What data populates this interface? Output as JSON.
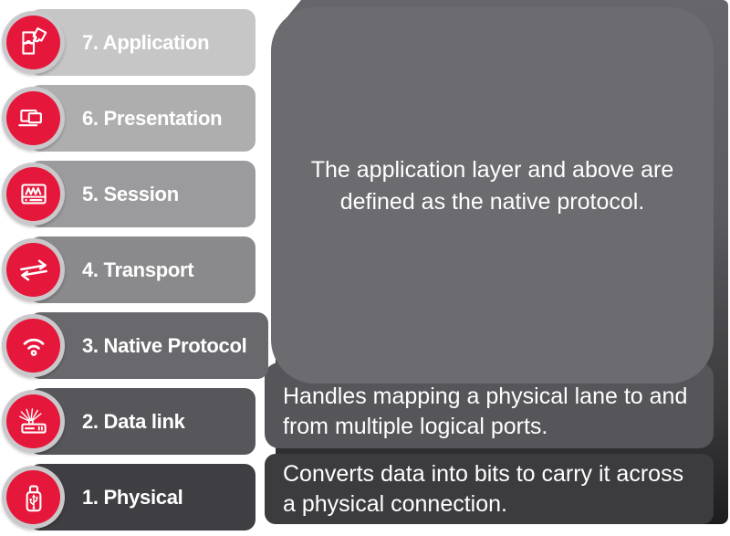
{
  "palette": {
    "accent_red": "#e5173a",
    "icon_ring_gray": "#c9c9cb",
    "text_white": "#ffffff"
  },
  "layers": [
    {
      "label": "7. Application",
      "icon": "puzzle-icon",
      "color": "#c6c6c6"
    },
    {
      "label": "6. Presentation",
      "icon": "screens-icon",
      "color": "#aeaeae"
    },
    {
      "label": "5. Session",
      "icon": "waveform-monitor-icon",
      "color": "#9b9b9d"
    },
    {
      "label": "4. Transport",
      "icon": "transfer-arrows-icon",
      "color": "#8a8a8c"
    },
    {
      "label": "3. Native Protocol",
      "icon": "wifi-icon",
      "color": "#69696d",
      "wide": true
    },
    {
      "label": "2. Data link",
      "icon": "router-broadcast-icon",
      "color": "#57575b"
    },
    {
      "label": "1. Physical",
      "icon": "usb-drive-icon",
      "color": "#3f3f43"
    }
  ],
  "callouts": {
    "native": {
      "lines": [
        "The application layer and above are",
        "defined as the native protocol."
      ],
      "color": "#6b6b70"
    },
    "datalink": {
      "lines": [
        "Handles mapping a physical lane to and",
        "from multiple logical ports."
      ],
      "color": "#55555a"
    },
    "physical": {
      "lines": [
        "Converts data into bits to carry it across",
        "a physical connection."
      ],
      "color": "#3c3c3f"
    }
  }
}
